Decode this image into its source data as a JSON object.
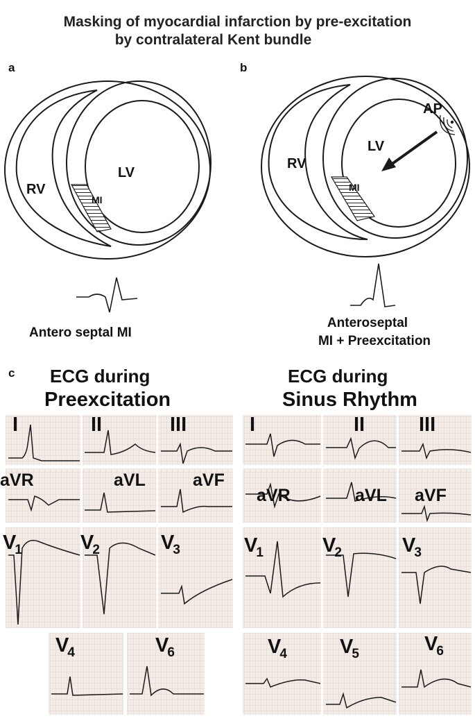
{
  "title": {
    "line1": "Masking of myocardial infarction by pre-excitation",
    "line2": "by contralateral Kent bundle"
  },
  "panel_a": {
    "letter": "a",
    "rv": "RV",
    "lv": "LV",
    "mi": "MI",
    "caption": "Antero septal MI"
  },
  "panel_b": {
    "letter": "b",
    "rv": "RV",
    "lv": "LV",
    "mi": "MI",
    "ap": "AP",
    "caption_line1": "Anteroseptal",
    "caption_line2": "MI + Preexcitation"
  },
  "panel_c": {
    "letter": "c",
    "left_heading_line1": "ECG during",
    "left_heading_line2": "Preexcitation",
    "right_heading_line1": "ECG during",
    "right_heading_line2": "Sinus Rhythm",
    "leads": {
      "I": "I",
      "II": "II",
      "III": "III",
      "aVR": "aVR",
      "aVL": "aVL",
      "aVF": "aVF",
      "V": "V",
      "n1": "1",
      "n2": "2",
      "n3": "3",
      "n4": "4",
      "n5": "5",
      "n6": "6"
    }
  },
  "colors": {
    "ecg_paper": "#f2ebe6",
    "ecg_grid": "#dcccc6",
    "trace": "#1a1a1a"
  }
}
